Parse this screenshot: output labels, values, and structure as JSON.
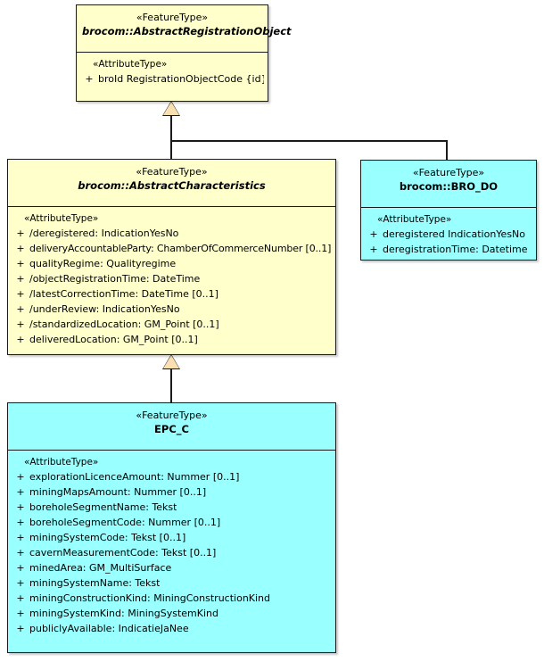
{
  "diagram": {
    "type": "uml-class-diagram",
    "title": "",
    "background_color": "#ffffff",
    "colors": {
      "featuretype_abstract_fill": "#ffffcc",
      "featuretype_concrete_fill": "#99ffff",
      "border": "#1a1a1a",
      "generalization_arrow_fill": "#fadfb0"
    }
  },
  "classes": [
    {
      "id": "abstract-registration-object",
      "stereotype": "«FeatureType»",
      "name": "brocom::AbstractRegistrationObject",
      "abstract": true,
      "fill": "#ffffcc",
      "compartment_stereotype": "«AttributeType»",
      "attributes": [
        {
          "visibility": "+",
          "text": "broId RegistrationObjectCode {id}"
        }
      ]
    },
    {
      "id": "abstract-characteristics",
      "stereotype": "«FeatureType»",
      "name": "brocom::AbstractCharacteristics",
      "abstract": true,
      "fill": "#ffffcc",
      "compartment_stereotype": "«AttributeType»",
      "attributes": [
        {
          "visibility": "+",
          "text": "/deregistered: IndicationYesNo"
        },
        {
          "visibility": "+",
          "text": "deliveryAccountableParty: ChamberOfCommerceNumber [0..1]"
        },
        {
          "visibility": "+",
          "text": "qualityRegime: Qualityregime"
        },
        {
          "visibility": "+",
          "text": "/objectRegistrationTime: DateTime"
        },
        {
          "visibility": "+",
          "text": "/latestCorrectionTime: DateTime [0..1]"
        },
        {
          "visibility": "+",
          "text": "/underReview: IndicationYesNo"
        },
        {
          "visibility": "+",
          "text": "/standardizedLocation: GM_Point [0..1]"
        },
        {
          "visibility": "+",
          "text": "deliveredLocation: GM_Point [0..1]"
        }
      ]
    },
    {
      "id": "bro-do",
      "stereotype": "«FeatureType»",
      "name": "brocom::BRO_DO",
      "abstract": false,
      "fill": "#99ffff",
      "compartment_stereotype": "«AttributeType»",
      "attributes": [
        {
          "visibility": "+",
          "text": "deregistered IndicationYesNo"
        },
        {
          "visibility": "+",
          "text": "deregistrationTime: Datetime"
        }
      ]
    },
    {
      "id": "epc-c",
      "stereotype": "«FeatureType»",
      "name": "EPC_C",
      "abstract": false,
      "fill": "#99ffff",
      "compartment_stereotype": "«AttributeType»",
      "attributes": [
        {
          "visibility": "+",
          "text": "explorationLicenceAmount: Nummer [0..1]"
        },
        {
          "visibility": "+",
          "text": "miningMapsAmount: Nummer [0..1]"
        },
        {
          "visibility": "+",
          "text": "boreholeSegmentName: Tekst"
        },
        {
          "visibility": "+",
          "text": "boreholeSegmentCode: Nummer [0..1]"
        },
        {
          "visibility": "+",
          "text": "miningSystemCode: Tekst [0..1]"
        },
        {
          "visibility": "+",
          "text": "cavernMeasurementCode: Tekst [0..1]"
        },
        {
          "visibility": "+",
          "text": "minedArea: GM_MultiSurface"
        },
        {
          "visibility": "+",
          "text": "miningSystemName: Tekst"
        },
        {
          "visibility": "+",
          "text": "miningConstructionKind: MiningConstructionKind"
        },
        {
          "visibility": "+",
          "text": "miningSystemKind: MiningSystemKind"
        },
        {
          "visibility": "+",
          "text": "publiclyAvailable: IndicatieJaNee"
        }
      ]
    }
  ],
  "relationships": [
    {
      "id": "gen-characteristics-to-registration-object",
      "type": "generalization",
      "source": "brocom::AbstractCharacteristics",
      "target": "brocom::AbstractRegistrationObject",
      "label": ""
    },
    {
      "id": "gen-brodo-to-registration-object",
      "type": "generalization",
      "source": "brocom::BRO_DO",
      "target": "brocom::AbstractRegistrationObject",
      "label": ""
    },
    {
      "id": "gen-epcc-to-characteristics",
      "type": "generalization",
      "source": "EPC_C",
      "target": "brocom::AbstractCharacteristics",
      "label": ""
    }
  ]
}
